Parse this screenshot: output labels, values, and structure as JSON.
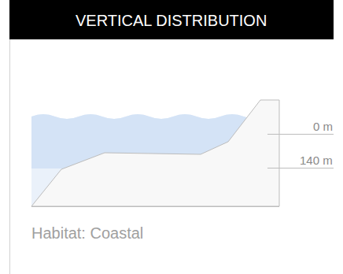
{
  "diagram": {
    "title": "VERTICAL DISTRIBUTION",
    "labels": [
      "0 m",
      "140 m",
      "Habitat: Coastal"
    ]
  }
}
